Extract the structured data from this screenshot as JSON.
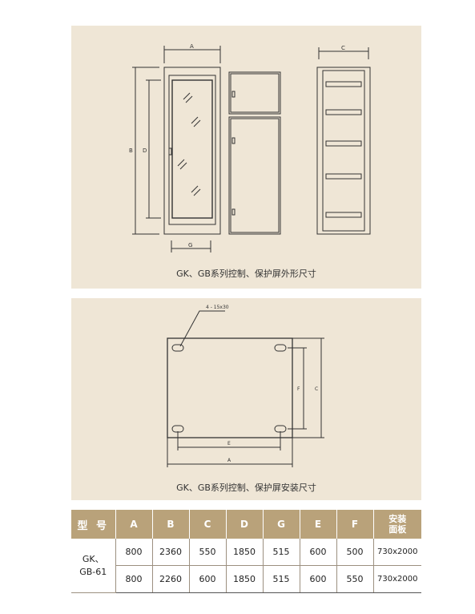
{
  "figure1": {
    "caption": "GK、GB系列控制、保护屏外形尺寸",
    "labels": {
      "a": "A",
      "b": "B",
      "c": "C",
      "d": "D",
      "g": "G"
    }
  },
  "figure2": {
    "caption": "GK、GB系列控制、保护屏安装尺寸",
    "labels": {
      "hole": "4 - 15x30",
      "e": "E",
      "a": "A",
      "f": "F",
      "c": "C"
    }
  },
  "table": {
    "headers": [
      "型 号",
      "A",
      "B",
      "C",
      "D",
      "G",
      "E",
      "F"
    ],
    "last_header_line1": "安装",
    "last_header_line2": "面板",
    "model_line1": "GK、",
    "model_line2": "GB-61",
    "rows": [
      [
        "800",
        "2360",
        "550",
        "1850",
        "515",
        "600",
        "500",
        "730x2000"
      ],
      [
        "800",
        "2260",
        "600",
        "1850",
        "515",
        "600",
        "550",
        "730x2000"
      ]
    ]
  }
}
